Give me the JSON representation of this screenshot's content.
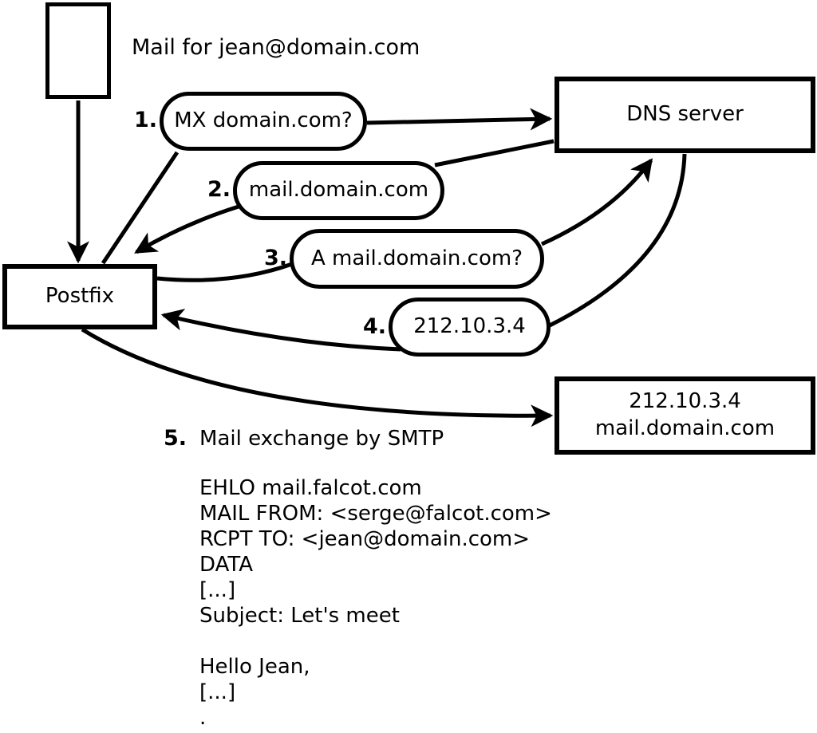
{
  "colors": {
    "ink": "#000000",
    "background": "#ffffff"
  },
  "labels": {
    "mail_for": "Mail for jean@domain.com",
    "step5_num": "5.",
    "step5_text": "Mail exchange by SMTP"
  },
  "nodes": {
    "postfix": {
      "label": "Postfix"
    },
    "dns": {
      "label": "DNS server"
    },
    "mailserver": {
      "line1": "212.10.3.4",
      "line2": "mail.domain.com"
    }
  },
  "steps": [
    {
      "num": "1.",
      "label": "MX domain.com?"
    },
    {
      "num": "2.",
      "label": "mail.domain.com"
    },
    {
      "num": "3.",
      "label": "A mail.domain.com?"
    },
    {
      "num": "4.",
      "label": "212.10.3.4"
    }
  ],
  "smtp": {
    "lines": [
      "EHLO mail.falcot.com",
      "MAIL FROM: <serge@falcot.com>",
      "RCPT TO: <jean@domain.com>",
      "DATA",
      "[...]",
      "Subject: Let's meet",
      "",
      "Hello Jean,",
      "[...]",
      "."
    ]
  }
}
